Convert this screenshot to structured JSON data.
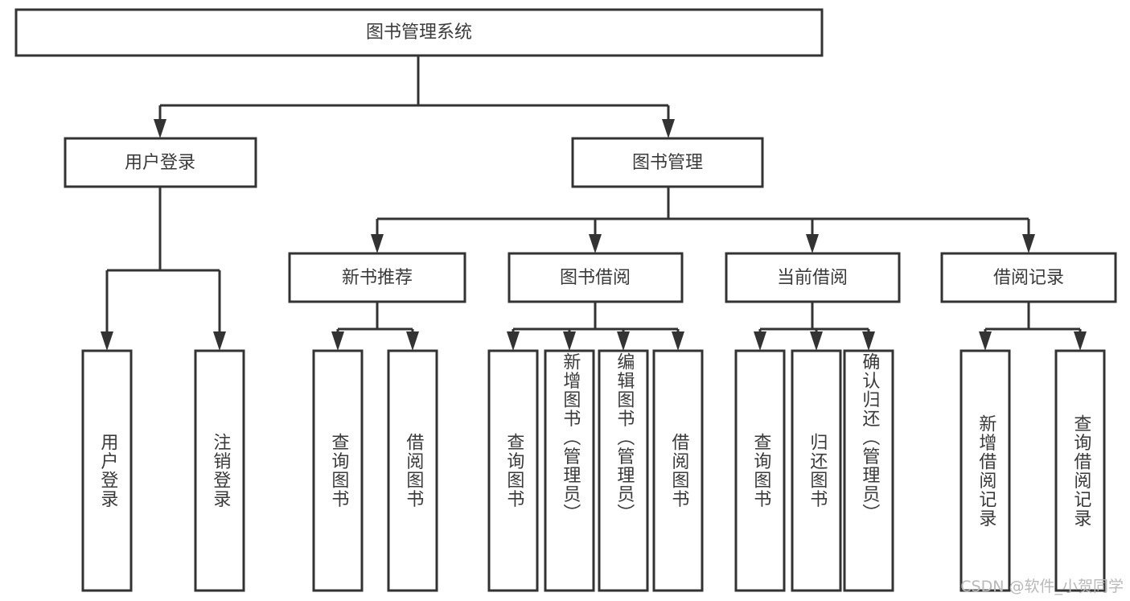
{
  "diagram": {
    "title": "图书管理系统",
    "watermark": "CSDN @软件_小贺同学",
    "line_color": "#333333",
    "box_fill": "#ffffff",
    "text_color": "#3a3a3a",
    "watermark_color": "#b9b9b9",
    "root": {
      "label": "图书管理系统"
    },
    "level2": [
      {
        "label": "用户登录"
      },
      {
        "label": "图书管理"
      }
    ],
    "level3": [
      {
        "label": "新书推荐"
      },
      {
        "label": "图书借阅"
      },
      {
        "label": "当前借阅"
      },
      {
        "label": "借阅记录"
      }
    ],
    "leaves": {
      "user_login": [
        {
          "label": "用户登录"
        },
        {
          "label": "注销登录"
        }
      ],
      "new_book_recommend": [
        {
          "label": "查询图书"
        },
        {
          "label": "借阅图书"
        }
      ],
      "book_borrow": [
        {
          "label": "查询图书"
        },
        {
          "label": "新增图书（管理员）"
        },
        {
          "label": "编辑图书（管理员）"
        },
        {
          "label": "借阅图书"
        }
      ],
      "current_borrow": [
        {
          "label": "查询图书"
        },
        {
          "label": "归还图书"
        },
        {
          "label": "确认归还（管理员）"
        }
      ],
      "borrow_record": [
        {
          "label": "新增借阅记录"
        },
        {
          "label": "查询借阅记录"
        }
      ]
    }
  }
}
